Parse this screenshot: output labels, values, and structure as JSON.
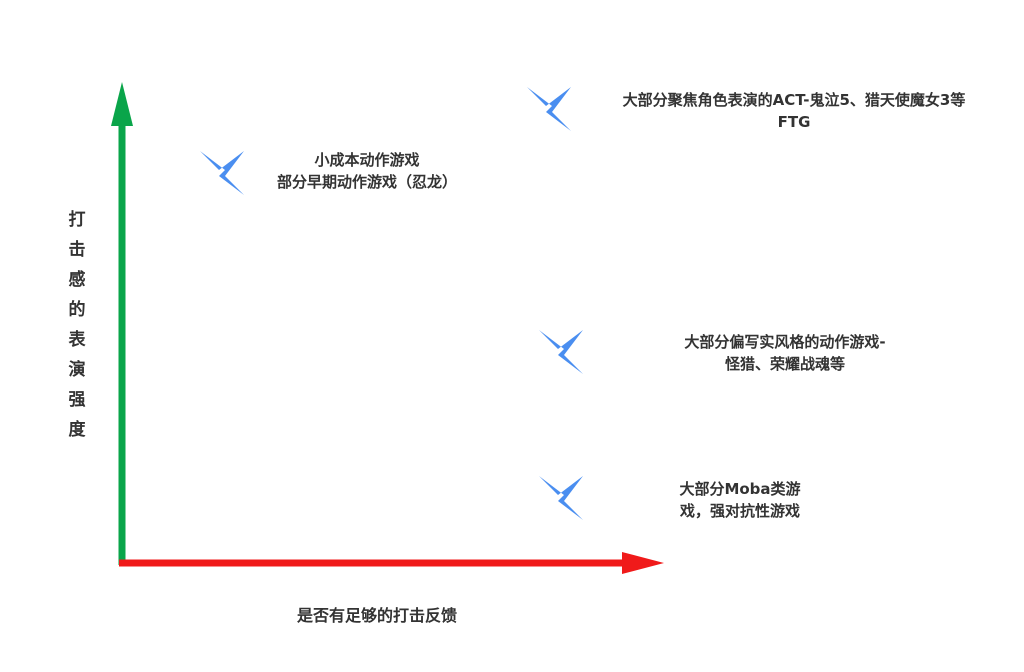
{
  "colors": {
    "y_axis": "#0aa54a",
    "x_axis": "#f01a1a",
    "marker": "#4a8ef0",
    "text": "#333333"
  },
  "axes": {
    "y_label": "打击感的表演强度",
    "x_label": "是否有足够的打击反馈"
  },
  "markers": [
    {
      "icon": "four-point-star-icon",
      "line1": "小成本动作游戏",
      "line2": "部分早期动作游戏（忍龙）"
    },
    {
      "icon": "four-point-star-icon",
      "line1": "大部分聚焦角色表演的ACT-鬼泣5、猎天使魔女3等",
      "line2": "FTG"
    },
    {
      "icon": "four-point-star-icon",
      "line1": "大部分偏写实风格的动作游戏-",
      "line2": "怪猎、荣耀战魂等"
    },
    {
      "icon": "four-point-star-icon",
      "line1": "大部分Moba类游",
      "line2": "戏，强对抗性游戏"
    }
  ]
}
